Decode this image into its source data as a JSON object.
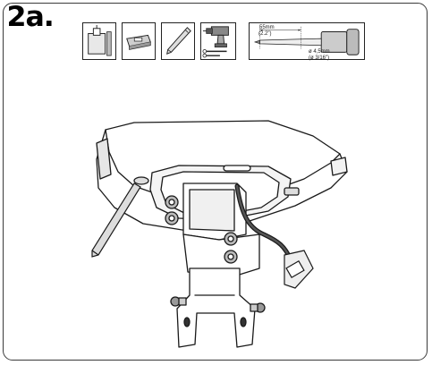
{
  "step": {
    "label": "2a."
  },
  "tools": [
    {
      "name": "wall-anchor",
      "icon": "wall-anchor-icon"
    },
    {
      "name": "spirit-level",
      "icon": "level-icon"
    },
    {
      "name": "pencil",
      "icon": "pencil-icon"
    },
    {
      "name": "drill-and-screws",
      "icon": "drill-icon"
    },
    {
      "name": "drill-bit-depth",
      "icon": "drill-bit-icon"
    }
  ],
  "drill_spec": {
    "depth_mm": "55mm",
    "depth_in": "(2.2\")",
    "diameter_mm": "ø 4,5mm",
    "diameter_in": "(ø 3/16\")"
  },
  "colors": {
    "line": "#1a1a1a",
    "shade": "#d9d9d9",
    "frame": "#3a3a3a"
  }
}
